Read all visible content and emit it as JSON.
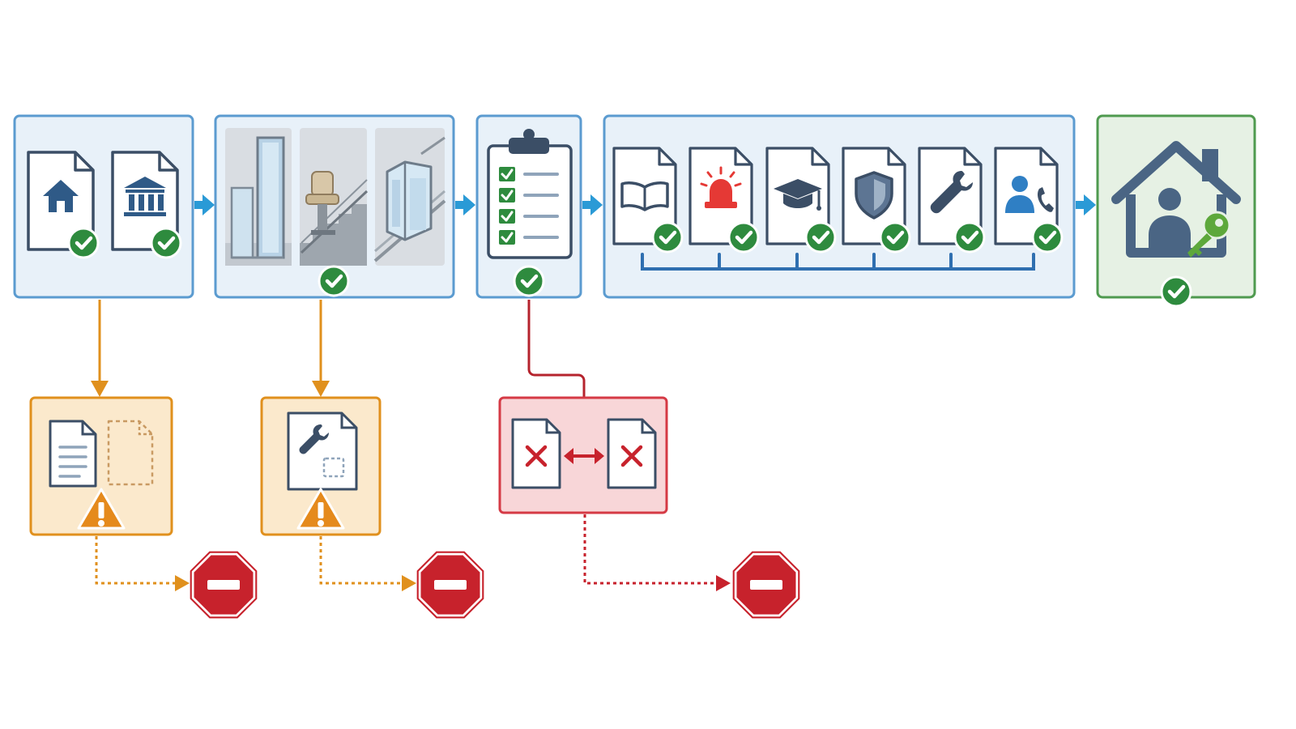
{
  "colors": {
    "background": "#ffffff",
    "stage_fill": "#e8f1f9",
    "stage_border": "#5b9bd0",
    "flow_arrow": "#2a9ad6",
    "final_fill": "#e6f1e4",
    "final_border": "#4f9a4f",
    "check_fill": "#2e8b3e",
    "warning_fill": "#fbe9cc",
    "warning_border": "#e0901d",
    "warning_icon": "#e58a1c",
    "error_fill": "#f8d6d8",
    "error_border": "#d53a45",
    "error_line": "#b5232d",
    "stop_fill": "#c7222c",
    "icon_ink": "#3b4e66",
    "icon_dark": "#4a6584",
    "icon_blue": "#2f7fc4",
    "alert_red": "#e53935",
    "key_green": "#5da83b",
    "photo_bg": "#d9dde2"
  },
  "flow": {
    "stages": [
      {
        "name": "property-documents-stage",
        "icons": [
          "house-document-icon",
          "institution-document-icon"
        ],
        "status": "check-icon"
      },
      {
        "name": "lift-selection-stage",
        "icons": [
          "vertical-platform-lift-photo",
          "stairlift-photo",
          "glass-lift-photo"
        ],
        "status": "check-icon"
      },
      {
        "name": "checklist-stage",
        "icons": [
          "checklist-clipboard-icon"
        ],
        "status": "check-icon"
      },
      {
        "name": "handover-documents-stage",
        "icons": [
          "manual-document-icon",
          "alarm-document-icon",
          "training-document-icon",
          "warranty-document-icon",
          "maintenance-document-icon",
          "contact-document-icon"
        ],
        "status": "check-icon"
      },
      {
        "name": "home-handover-stage",
        "icons": [
          "home-key-icon"
        ],
        "status": "check-icon"
      }
    ],
    "exceptions": [
      {
        "name": "missing-document-exception",
        "from_stage": "property-documents-stage",
        "severity": "warning",
        "icons": [
          "document-icon",
          "missing-document-icon",
          "warning-icon"
        ],
        "outcome": "stop-icon"
      },
      {
        "name": "incomplete-installation-exception",
        "from_stage": "lift-selection-stage",
        "severity": "warning",
        "icons": [
          "maintenance-document-icon",
          "warning-icon"
        ],
        "outcome": "stop-icon"
      },
      {
        "name": "document-mismatch-exception",
        "from_stage": "checklist-stage",
        "severity": "error",
        "icons": [
          "rejected-document-icon",
          "mismatch-arrow-icon",
          "rejected-document-icon"
        ],
        "outcome": "stop-icon"
      }
    ]
  }
}
